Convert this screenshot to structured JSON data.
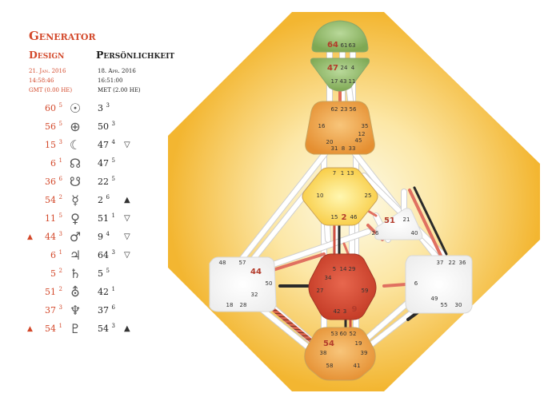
{
  "title": "Generator",
  "design": {
    "heading": "Design",
    "date": "21. Jan. 2016",
    "time": "14:58:46",
    "tz": "GMT (0.00 HE)"
  },
  "personality": {
    "heading": "Persönlichkeit",
    "date": "18. Apr. 2016",
    "time": "16:51:00",
    "tz": "MET (2.00 HE)"
  },
  "planets": [
    {
      "icon": "sun-icon",
      "glyph": "☉",
      "design": "60",
      "design_line": "5",
      "design_mark": "",
      "pers": "3",
      "pers_line": "3",
      "pers_mark": ""
    },
    {
      "icon": "earth-icon",
      "glyph": "⊕",
      "design": "56",
      "design_line": "5",
      "design_mark": "",
      "pers": "50",
      "pers_line": "3",
      "pers_mark": ""
    },
    {
      "icon": "moon-icon",
      "glyph": "☾",
      "design": "15",
      "design_line": "3",
      "design_mark": "",
      "pers": "47",
      "pers_line": "4",
      "pers_mark": "▽"
    },
    {
      "icon": "north-node-icon",
      "glyph": "☊",
      "design": "6",
      "design_line": "1",
      "design_mark": "",
      "pers": "47",
      "pers_line": "5",
      "pers_mark": ""
    },
    {
      "icon": "south-node-icon",
      "glyph": "☋",
      "design": "36",
      "design_line": "6",
      "design_mark": "",
      "pers": "22",
      "pers_line": "5",
      "pers_mark": ""
    },
    {
      "icon": "mercury-icon",
      "glyph": "☿",
      "design": "54",
      "design_line": "2",
      "design_mark": "",
      "pers": "2",
      "pers_line": "6",
      "pers_mark": "▲"
    },
    {
      "icon": "venus-icon",
      "glyph": "♀",
      "design": "11",
      "design_line": "5",
      "design_mark": "",
      "pers": "51",
      "pers_line": "1",
      "pers_mark": "▽"
    },
    {
      "icon": "mars-icon",
      "glyph": "♂",
      "design": "44",
      "design_line": "3",
      "design_mark": "▲",
      "pers": "9",
      "pers_line": "4",
      "pers_mark": "▽"
    },
    {
      "icon": "jupiter-icon",
      "glyph": "♃",
      "design": "6",
      "design_line": "1",
      "design_mark": "",
      "pers": "64",
      "pers_line": "3",
      "pers_mark": "▽"
    },
    {
      "icon": "saturn-icon",
      "glyph": "♄",
      "design": "5",
      "design_line": "2",
      "design_mark": "",
      "pers": "5",
      "pers_line": "5",
      "pers_mark": ""
    },
    {
      "icon": "uranus-icon",
      "glyph": "⛢",
      "design": "51",
      "design_line": "2",
      "design_mark": "",
      "pers": "42",
      "pers_line": "1",
      "pers_mark": ""
    },
    {
      "icon": "neptune-icon",
      "glyph": "♆",
      "design": "37",
      "design_line": "3",
      "design_mark": "",
      "pers": "37",
      "pers_line": "6",
      "pers_mark": ""
    },
    {
      "icon": "pluto-icon",
      "glyph": "♇",
      "design": "54",
      "design_line": "1",
      "design_mark": "▲",
      "pers": "54",
      "pers_line": "3",
      "pers_mark": "▲"
    }
  ],
  "colors": {
    "design": "#d3482a",
    "personality": "#222222",
    "defined_orange": "#e9983e",
    "defined_yellow": "#fbd54a",
    "defined_green": "#8fb767",
    "defined_red": "#cf4530",
    "undefined": "#f6f6f6"
  },
  "bodygraph": {
    "head": {
      "gates": [
        "64",
        "61",
        "63"
      ]
    },
    "ajna": {
      "gates": [
        "47",
        "24",
        "4",
        "17",
        "43",
        "11"
      ]
    },
    "throat": {
      "gates": [
        "62",
        "23",
        "56",
        "16",
        "35",
        "12",
        "20",
        "45",
        "31",
        "8",
        "33"
      ]
    },
    "g": {
      "gates": [
        "7",
        "1",
        "13",
        "10",
        "25",
        "15",
        "2",
        "46"
      ]
    },
    "ego": {
      "gates": [
        "51",
        "21",
        "26",
        "40"
      ]
    },
    "spleen": {
      "gates": [
        "48",
        "57",
        "44",
        "50",
        "32",
        "18",
        "28"
      ]
    },
    "sacral": {
      "gates": [
        "5",
        "14",
        "29",
        "34",
        "27",
        "59",
        "42",
        "3",
        "9"
      ]
    },
    "solar_plexus": {
      "gates": [
        "37",
        "22",
        "36",
        "6",
        "49",
        "55",
        "30"
      ]
    },
    "root": {
      "gates": [
        "53",
        "60",
        "52",
        "54",
        "19",
        "38",
        "39",
        "58",
        "41"
      ]
    }
  }
}
